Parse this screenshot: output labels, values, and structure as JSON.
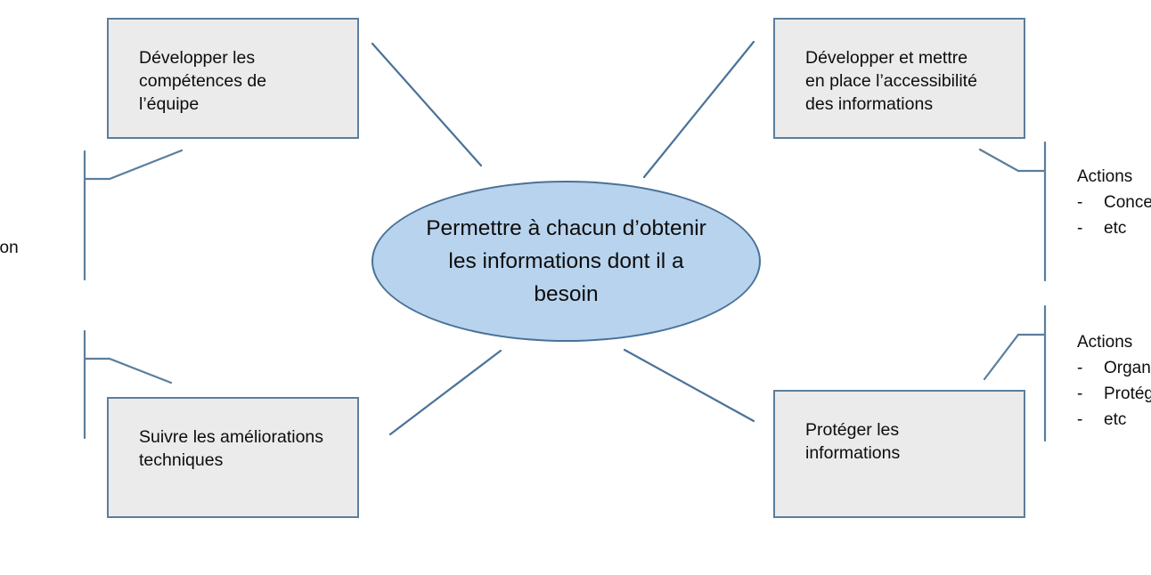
{
  "diagram": {
    "center": {
      "text": "Permettre à chacun d’obtenir les informations dont il a besoin"
    },
    "boxes": [
      {
        "id": "competences",
        "text": "Développer les\ncompétences de\nl’équipe"
      },
      {
        "id": "accessibilite",
        "text": "Développer et mettre\nen place l’accessibilité\ndes informations"
      },
      {
        "id": "ameliorations",
        "text": "Suivre les améliorations\ntechniques"
      },
      {
        "id": "protection",
        "text": "Protéger les\ninformations"
      }
    ],
    "annotations": [
      {
        "id": "actions-accessibilite",
        "title": "Actions",
        "items": [
          {
            "dash": "-",
            "text": "Conce"
          },
          {
            "dash": "-",
            "text": "etc"
          }
        ]
      },
      {
        "id": "actions-protection",
        "title": "Actions",
        "items": [
          {
            "dash": "-",
            "text": "Organi"
          },
          {
            "dash": "-",
            "text": "Protég"
          },
          {
            "dash": "-",
            "text": "etc"
          }
        ]
      }
    ],
    "left_clipped_label": "tion",
    "colors": {
      "box_fill": "#ebebeb",
      "box_border": "#5b7e9c",
      "ellipse_fill": "#b8d3ed",
      "ellipse_border": "#4a7298",
      "connector": "#4a7298",
      "text": "#0d0d0d",
      "background": "#ffffff"
    }
  }
}
